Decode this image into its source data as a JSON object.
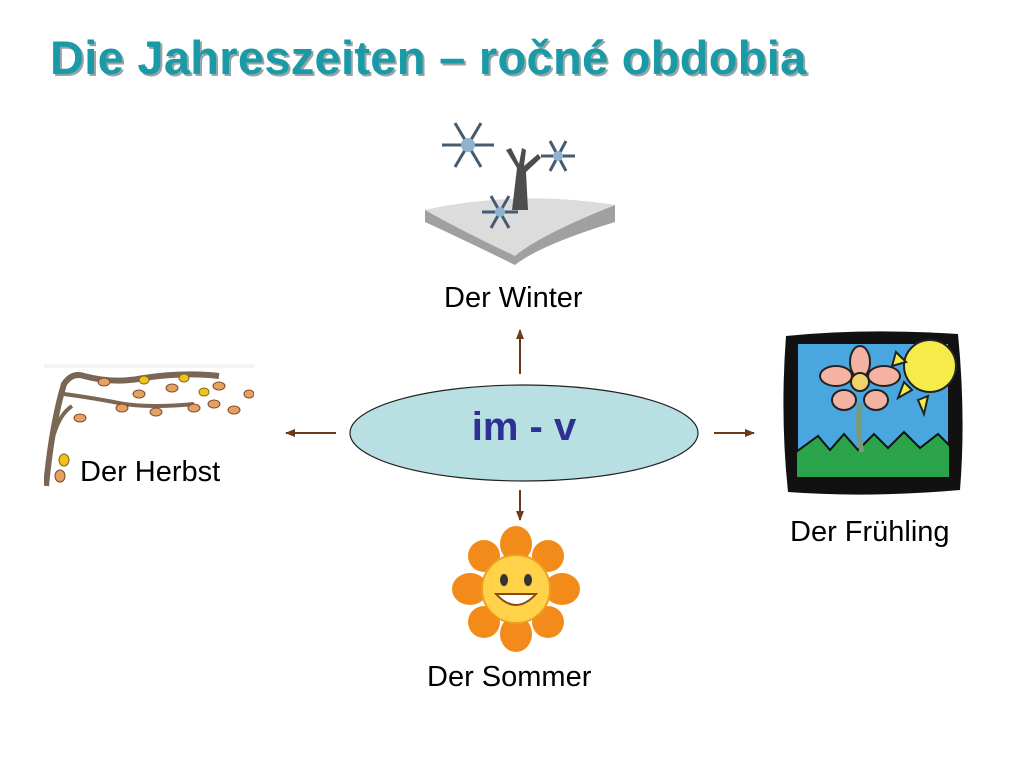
{
  "title": "Die Jahreszeiten – ročné obdobia",
  "center": {
    "text": "im - v"
  },
  "seasons": {
    "winter": "Der Winter",
    "herbst": "Der Herbst",
    "fruehling": "Der Frühling",
    "sommer": "Der Sommer"
  },
  "colors": {
    "title": "#1a9aa6",
    "center_fill": "#b8dfe2",
    "center_text": "#2e3192",
    "arrow": "#6b3a1a"
  },
  "icons": {
    "winter": "snowy-tree-icon",
    "herbst": "autumn-branch-icon",
    "fruehling": "spring-flower-icon",
    "sommer": "smiling-sun-icon"
  }
}
